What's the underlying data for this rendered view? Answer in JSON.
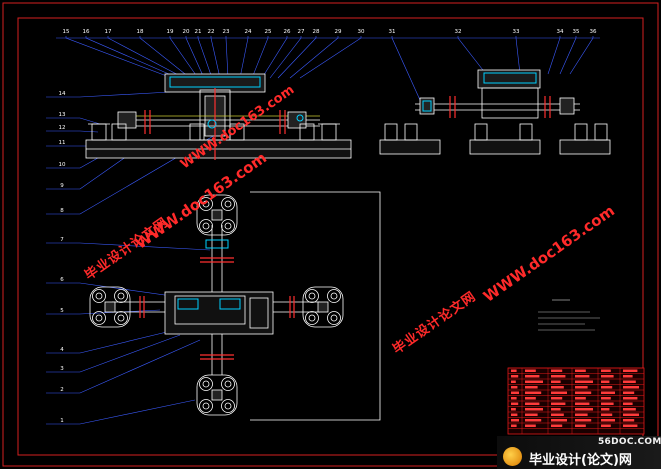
{
  "top_labels": [
    "15",
    "16",
    "17",
    "18",
    "19",
    "20",
    "21",
    "22",
    "23",
    "24",
    "25",
    "26",
    "27",
    "28",
    "29",
    "30",
    "31",
    "32",
    "33",
    "34",
    "35",
    "36"
  ],
  "left_labels": [
    "14",
    "13",
    "12",
    "11",
    "10",
    "9",
    "8",
    "7",
    "6",
    "5",
    "4",
    "3",
    "2",
    "1"
  ],
  "watermarks": {
    "site": "WWW.doc163.com",
    "brand": "毕业设计论文网"
  },
  "footer": {
    "site": "56DOC.COM",
    "brand": "毕业设计(论文)网"
  },
  "colors": {
    "border": "#d42020",
    "line": "#ffffff",
    "leader": "#3b5bff",
    "accent": "#ff3030",
    "part": "#00d0ff",
    "title_block": "#e01818"
  }
}
